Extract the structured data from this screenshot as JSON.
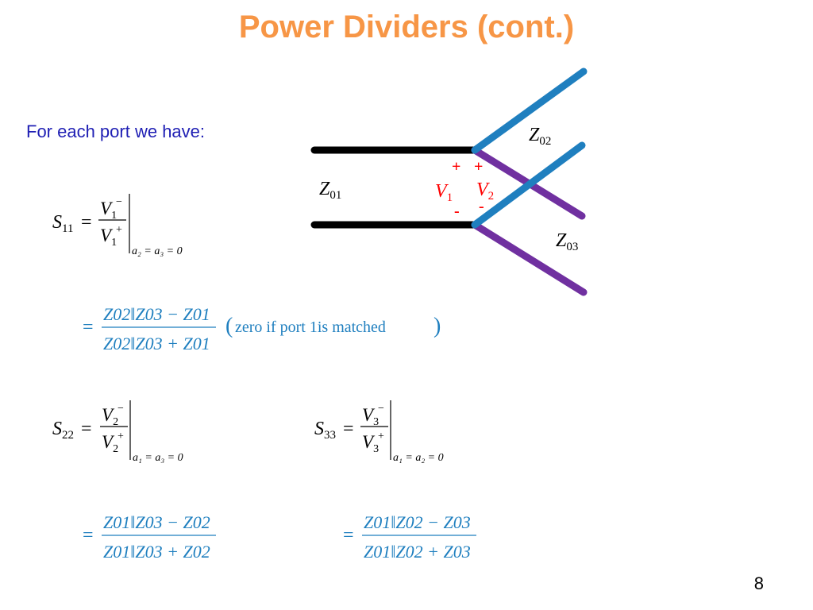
{
  "slide": {
    "title": "Power Dividers (cont.)",
    "intro": "For each port we have:",
    "page_number": "8"
  },
  "colors": {
    "title": "#f79646",
    "intro_text": "#1f1fb4",
    "equation_blue": "#1f7fbf",
    "port_line_black": "#000000",
    "port_line_blue": "#1f7fbf",
    "port_line_purple": "#7030a0",
    "voltage_red": "#ff0000"
  },
  "diagram": {
    "port1_impedance": {
      "symbol": "Z",
      "sub": "01"
    },
    "port2_impedance": {
      "symbol": "Z",
      "sub": "02"
    },
    "port3_impedance": {
      "symbol": "Z",
      "sub": "03"
    },
    "v1": {
      "symbol": "V",
      "sub": "1",
      "plus": "+",
      "minus": "-"
    },
    "v2": {
      "symbol": "V",
      "sub": "2",
      "plus": "+",
      "minus": "-"
    }
  },
  "equations": {
    "s11": {
      "lhs": "S",
      "lhs_sub": "11",
      "num": "V",
      "num_sub": "1",
      "num_sup": "−",
      "den": "V",
      "den_sub": "1",
      "den_sup": "+",
      "condition": "a₂ = a₃ = 0"
    },
    "s11_result": {
      "num": "Z02‖Z03 − Z01",
      "den": "Z02‖Z03 + Z01",
      "note": "zero if port 1is matched"
    },
    "s22": {
      "lhs": "S",
      "lhs_sub": "22",
      "num": "V",
      "num_sub": "2",
      "num_sup": "−",
      "den": "V",
      "den_sub": "2",
      "den_sup": "+",
      "condition": "a₁ = a₃ = 0"
    },
    "s22_result": {
      "num": "Z01‖Z03 − Z02",
      "den": "Z01‖Z03 + Z02"
    },
    "s33": {
      "lhs": "S",
      "lhs_sub": "33",
      "num": "V",
      "num_sub": "3",
      "num_sup": "−",
      "den": "V",
      "den_sub": "3",
      "den_sup": "+",
      "condition": "a₁ = a₂ = 0"
    },
    "s33_result": {
      "num": "Z01‖Z02 − Z03",
      "den": "Z01‖Z02 + Z03"
    }
  }
}
